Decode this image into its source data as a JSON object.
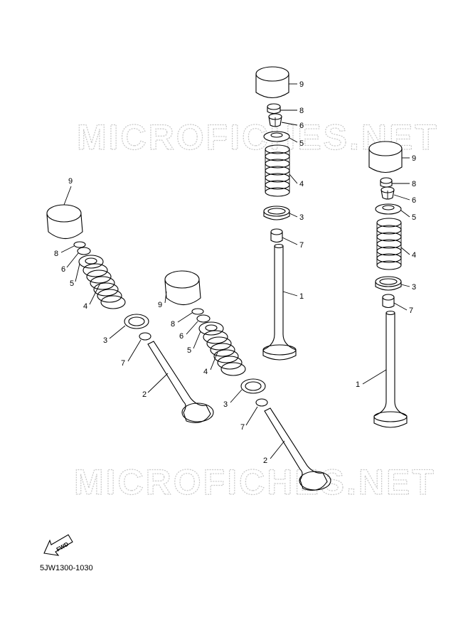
{
  "watermark": "MICROFICHES.NET",
  "part_code": "5JW1300-1030",
  "fwd_label": "FWD",
  "callouts": {
    "n1": "1",
    "n2": "2",
    "n3": "3",
    "n4": "4",
    "n5": "5",
    "n6": "6",
    "n7": "7",
    "n8": "8",
    "n9": "9"
  }
}
